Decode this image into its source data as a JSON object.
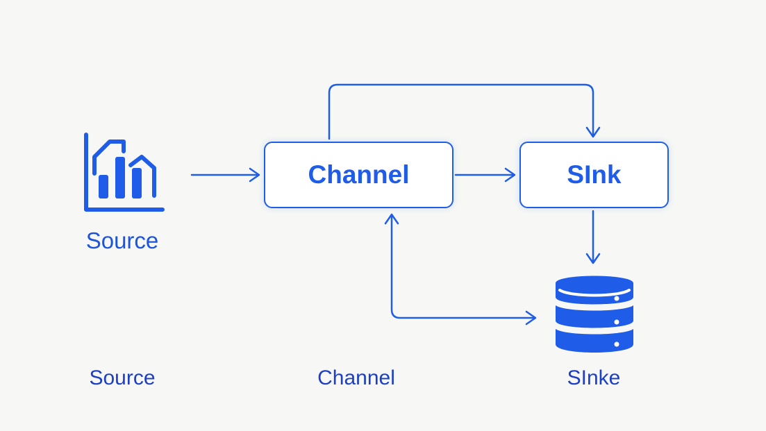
{
  "diagram": {
    "source_label": "Source",
    "channel_label": "Channel",
    "sink_label": "SInk",
    "source_icon": "bar-chart-icon",
    "database_icon": "database-icon",
    "accent_color": "#1f5ce8",
    "background_color": "#f7f8f5"
  },
  "captions": {
    "source": "Source",
    "channel": "Channel",
    "sink": "SInke"
  }
}
